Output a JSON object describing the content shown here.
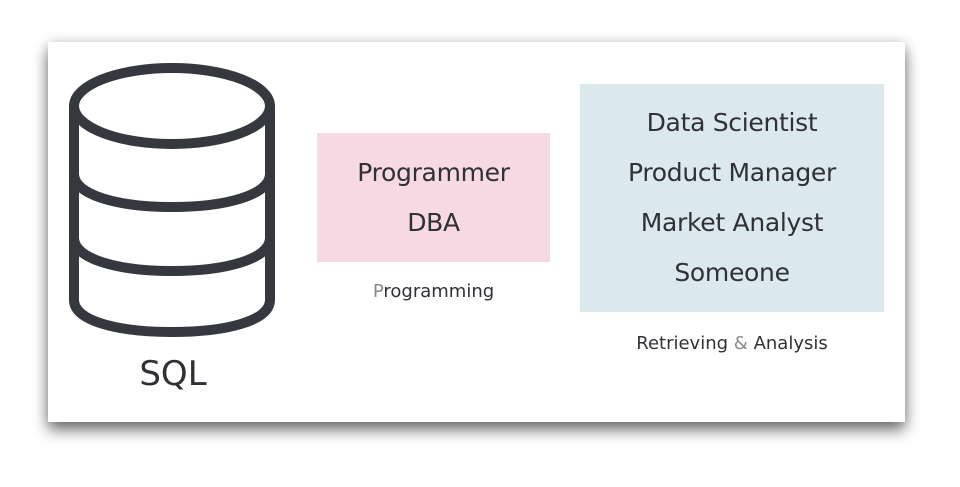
{
  "diagram": {
    "database": {
      "icon": "database-icon",
      "label": "SQL"
    },
    "groups": [
      {
        "roles": [
          "Programmer",
          "DBA"
        ],
        "caption_first": "P",
        "caption_rest": "rogramming",
        "color": "#f6d9e3"
      },
      {
        "roles": [
          "Data Scientist",
          "Product Manager",
          "Market Analyst",
          "Someone"
        ],
        "caption_a": "Retrieving",
        "caption_amp": "&",
        "caption_b": "Analysis",
        "color": "#dbe9ee"
      }
    ],
    "colors": {
      "stroke": "#35383e",
      "text": "#2f3136",
      "muted": "#8a8a8a"
    }
  }
}
